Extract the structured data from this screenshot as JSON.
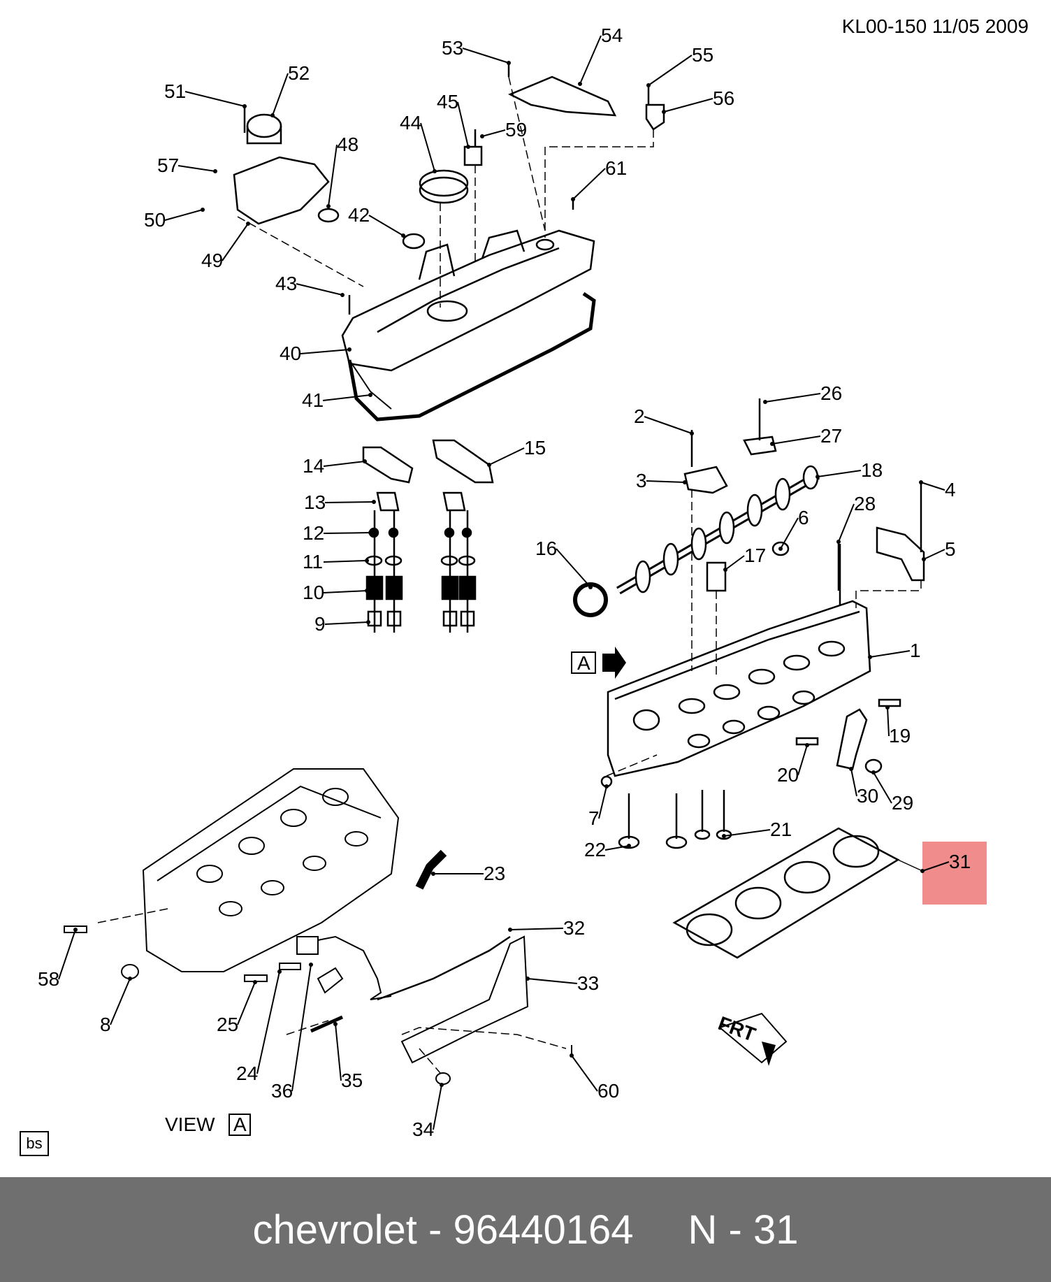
{
  "header": {
    "code": "KL00-150  11/05 2009"
  },
  "callouts": [
    {
      "id": "1",
      "label": "1"
    },
    {
      "id": "2",
      "label": "2"
    },
    {
      "id": "3",
      "label": "3"
    },
    {
      "id": "4",
      "label": "4"
    },
    {
      "id": "5",
      "label": "5"
    },
    {
      "id": "6",
      "label": "6"
    },
    {
      "id": "7",
      "label": "7"
    },
    {
      "id": "8",
      "label": "8"
    },
    {
      "id": "9",
      "label": "9"
    },
    {
      "id": "10",
      "label": "10"
    },
    {
      "id": "11",
      "label": "11"
    },
    {
      "id": "12",
      "label": "12"
    },
    {
      "id": "13",
      "label": "13"
    },
    {
      "id": "14",
      "label": "14"
    },
    {
      "id": "15",
      "label": "15"
    },
    {
      "id": "16",
      "label": "16"
    },
    {
      "id": "17",
      "label": "17"
    },
    {
      "id": "18",
      "label": "18"
    },
    {
      "id": "19",
      "label": "19"
    },
    {
      "id": "20",
      "label": "20"
    },
    {
      "id": "21",
      "label": "21"
    },
    {
      "id": "22",
      "label": "22"
    },
    {
      "id": "23",
      "label": "23"
    },
    {
      "id": "24",
      "label": "24"
    },
    {
      "id": "25",
      "label": "25"
    },
    {
      "id": "26",
      "label": "26"
    },
    {
      "id": "27",
      "label": "27"
    },
    {
      "id": "28",
      "label": "28"
    },
    {
      "id": "29",
      "label": "29"
    },
    {
      "id": "30",
      "label": "30"
    },
    {
      "id": "31",
      "label": "31"
    },
    {
      "id": "32",
      "label": "32"
    },
    {
      "id": "33",
      "label": "33"
    },
    {
      "id": "34",
      "label": "34"
    },
    {
      "id": "35",
      "label": "35"
    },
    {
      "id": "36",
      "label": "36"
    },
    {
      "id": "40",
      "label": "40"
    },
    {
      "id": "41",
      "label": "41"
    },
    {
      "id": "42",
      "label": "42"
    },
    {
      "id": "43",
      "label": "43"
    },
    {
      "id": "44",
      "label": "44"
    },
    {
      "id": "45",
      "label": "45"
    },
    {
      "id": "48",
      "label": "48"
    },
    {
      "id": "49",
      "label": "49"
    },
    {
      "id": "50",
      "label": "50"
    },
    {
      "id": "51",
      "label": "51"
    },
    {
      "id": "52",
      "label": "52"
    },
    {
      "id": "53",
      "label": "53"
    },
    {
      "id": "54",
      "label": "54"
    },
    {
      "id": "55",
      "label": "55"
    },
    {
      "id": "56",
      "label": "56"
    },
    {
      "id": "57",
      "label": "57"
    },
    {
      "id": "58",
      "label": "58"
    },
    {
      "id": "59",
      "label": "59"
    },
    {
      "id": "60",
      "label": "60"
    },
    {
      "id": "61",
      "label": "61"
    }
  ],
  "highlight": {
    "part": "31",
    "color": "#f08c8c"
  },
  "view_marker": {
    "letter": "A"
  },
  "view_caption": {
    "text": "VIEW",
    "letter": "A"
  },
  "front_marker": {
    "text": "FRT"
  },
  "bs_label": "bs",
  "footer": {
    "brand": "chevrolet",
    "dash": "-",
    "part_number": "96440164",
    "page": "N - 31"
  }
}
